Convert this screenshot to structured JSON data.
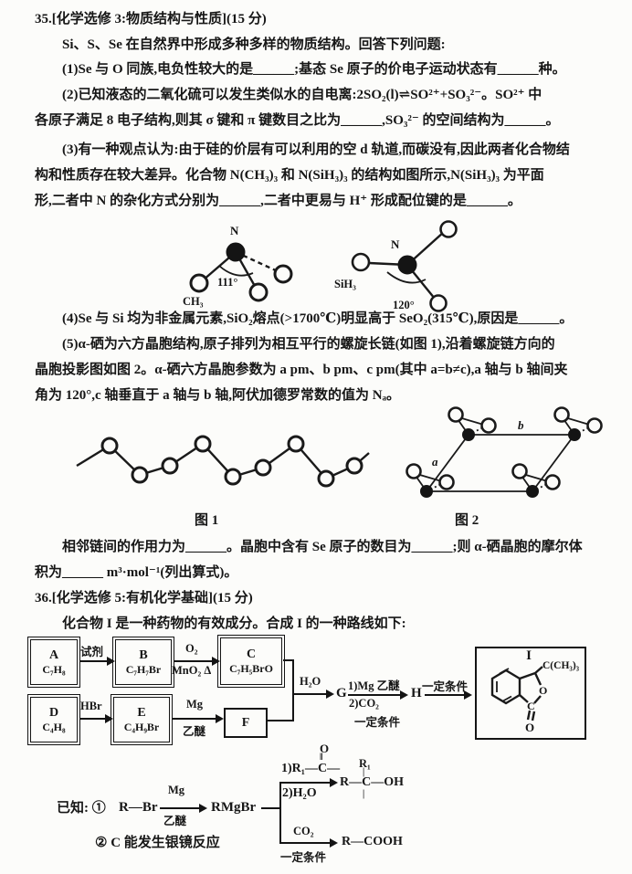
{
  "q35": {
    "header": "35.[化学选修 3:物质结构与性质](15 分)",
    "intro": "Si、S、Se 在自然界中形成多种多样的物质结构。回答下列问题:",
    "part1": "(1)Se 与 O 同族,电负性较大的是______;基态 Se 原子的价电子运动状态有______种。",
    "part2_line1": "(2)已知液态的二氧化硫可以发生类似水的自电离:2SO₂(l)⇌SO²⁺+SO₃²⁻。SO²⁺ 中",
    "part2_line2": "各原子满足 8 电子结构,则其 σ 键和 π 键数目之比为______,SO₃²⁻ 的空间结构为______。",
    "part3_line1": "(3)有一种观点认为:由于硅的价层有可以利用的空 d 轨道,而碳没有,因此两者化合物结",
    "part3_line2": "构和性质存在较大差异。化合物 N(CH₃)₃ 和 N(SiH₃)₃ 的结构如图所示,N(SiH₃)₃ 为平面",
    "part3_line3": "形,二者中 N 的杂化方式分别为______,二者中更易与 H⁺ 形成配位键的是______。",
    "molecule_left": {
      "center": "N",
      "angle": "111°",
      "substituent": "CH₃"
    },
    "molecule_right": {
      "center": "N",
      "angle": "120°",
      "substituent": "SiH₃"
    },
    "part4": "(4)Se 与 Si 均为非金属元素,SiO₂熔点(>1700℃)明显高于 SeO₂(315℃),原因是______。",
    "part5_line1": "(5)α-硒为六方晶胞结构,原子排列为相互平行的螺旋长链(如图 1),沿着螺旋链方向的",
    "part5_line2": "晶胞投影图如图 2。α-硒六方晶胞参数为 a pm、b pm、c pm(其中 a=b≠c),a 轴与 b 轴间夹",
    "part5_line3": "角为 120°,c 轴垂直于 a 轴与 b 轴,阿伏加德罗常数的值为 Nₐ。",
    "fig1_caption": "图 1",
    "fig2_caption": "图 2",
    "fig2_axis_a": "a",
    "fig2_axis_b": "b",
    "part5_line4": "相邻链间的作用力为______。晶胞中含有 Se 原子的数目为______;则 α-硒晶胞的摩尔体",
    "part5_line5": "积为______ m³·mol⁻¹(列出算式)。"
  },
  "q36": {
    "header": "36.[化学选修 5:有机化学基础](15 分)",
    "intro": "化合物 I 是一种药物的有效成分。合成 I 的一种路线如下:",
    "flow": {
      "boxA": {
        "name": "A",
        "formula": "C₇H₈"
      },
      "arrowAB_label": "试剂",
      "boxB": {
        "name": "B",
        "formula": "C₇H₇Br"
      },
      "arrowBC_top": "O₂",
      "arrowBC_bottom": "MnO₂ Δ",
      "boxC": {
        "name": "C",
        "formula": "C₇H₅BrO"
      },
      "boxD": {
        "name": "D",
        "formula": "C₄H₈"
      },
      "arrowDE_label": "HBr",
      "boxE": {
        "name": "E",
        "formula": "C₄H₉Br"
      },
      "arrowEF_top": "Mg",
      "arrowEF_bottom": "乙醚",
      "boxF": {
        "name": "F"
      },
      "merge_label": "H₂O",
      "nodeG": "G",
      "arrowGH_top": "1)Mg 乙醚",
      "arrowGH_mid": "2)CO₂",
      "arrowGH_bottom": "一定条件",
      "nodeH": "H",
      "arrowHI_label": "一定条件",
      "boxI": {
        "name": "I",
        "substituent": "C(CH₃)₃",
        "ring_o": "O",
        "carbonyl_c": "C",
        "carbonyl_o": "O"
      }
    },
    "known": {
      "label": "已知: ①",
      "start": "R—Br",
      "arrow1_top": "Mg",
      "arrow1_bottom": "乙醚",
      "intermediate": "RMgBr",
      "branch1_reagent_o": "O",
      "branch1_reagent_bond": "‖",
      "branch1_reagent": "1)R₁—C—",
      "branch1_step2": "2)H₂O",
      "branch1_product_r1": "R₁",
      "branch1_bond": "|",
      "branch1_product": "R—C—OH",
      "branch2_top": "CO₂",
      "branch2_bottom": "一定条件",
      "branch2_product": "R—COOH",
      "item2": "② C 能发生银镜反应"
    }
  }
}
